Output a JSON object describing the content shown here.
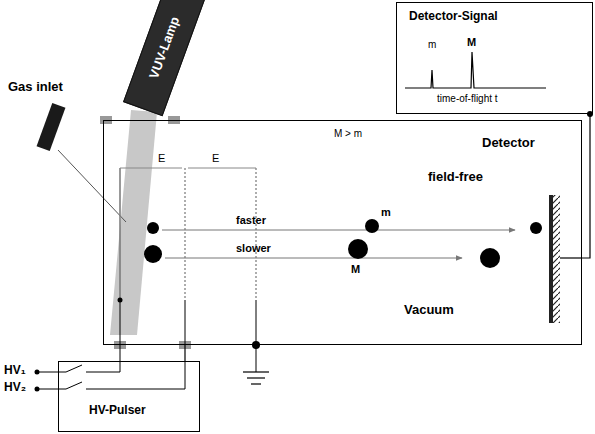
{
  "diagram": {
    "nodes": [
      {
        "text": [
          "VUV-Lamp"
        ]
      },
      {
        "text": [
          "Detector-Signal",
          "m",
          "M",
          "time-of-flight t"
        ]
      },
      {
        "text": [
          "Vacuum"
        ]
      },
      {
        "text": [
          "HV-Pulser"
        ]
      }
    ],
    "edges": [
      {
        "from": 2,
        "to": 1,
        "arrow": "none"
      },
      {
        "from": 3,
        "to": 2,
        "arrow": "none"
      }
    ],
    "labels": [
      "Gas inlet",
      "E",
      "E",
      "M > m",
      "field-free",
      "Detector",
      "faster",
      "slower",
      "m",
      "M",
      "HV₁",
      "HV₂"
    ]
  }
}
